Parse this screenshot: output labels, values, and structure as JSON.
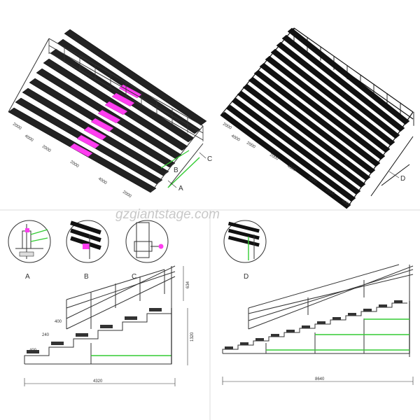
{
  "watermark": "gzgiantstage.com",
  "callouts": {
    "top_left": [
      "A",
      "B",
      "C"
    ],
    "top_right": [
      "D"
    ]
  },
  "detail_labels": [
    "A",
    "B",
    "C",
    "D"
  ],
  "dimensions": {
    "top_left": [
      "2000",
      "4000",
      "2000",
      "2000",
      "4000",
      "2000"
    ],
    "top_right": [
      "2000",
      "4000",
      "2000",
      "2000",
      "4000",
      "2000",
      "2000",
      "4000"
    ],
    "left_side": {
      "overall_width": "4320",
      "overall_height": "1320",
      "rail_height": "634",
      "tread": "400",
      "rise": "240",
      "first_step": "400"
    },
    "right_side": {
      "overall_width": "8640"
    }
  },
  "colors": {
    "line": "#333333",
    "frame_fill": "#111111",
    "magenta": "#ff3df0",
    "green": "#33cc33",
    "watermark": "#c8c8c8",
    "divider": "#dddddd"
  }
}
